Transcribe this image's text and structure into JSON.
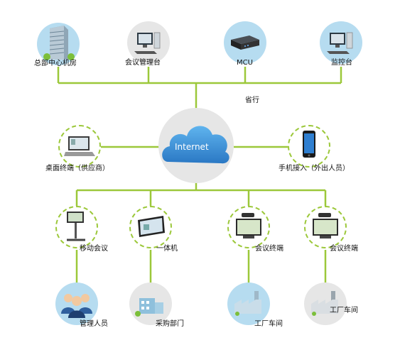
{
  "center": {
    "label": "Internet"
  },
  "top_row": [
    {
      "label": "总部中心机房",
      "icon": "server-building-icon"
    },
    {
      "label": "会议管理台",
      "icon": "desktop-computer-icon"
    },
    {
      "label": "MCU",
      "icon": "mcu-device-icon"
    },
    {
      "label": "监控台",
      "icon": "desktop-computer-icon"
    }
  ],
  "province_label": "省行",
  "middle_row": [
    {
      "label": "桌面终端（供应商）",
      "icon": "laptop-icon"
    },
    {
      "label": "手机接入（外出人员）",
      "icon": "smartphone-icon"
    }
  ],
  "terminal_row": [
    {
      "label": "移动会议",
      "icon": "mobile-conference-stand-icon"
    },
    {
      "label": "一体机",
      "icon": "all-in-one-tablet-icon"
    },
    {
      "label": "会议终端",
      "icon": "conference-tv-terminal-icon"
    },
    {
      "label": "会议终端",
      "icon": "conference-tv-terminal-icon"
    }
  ],
  "bottom_row": [
    {
      "label": "管理人员",
      "icon": "people-group-icon"
    },
    {
      "label": "采购部门",
      "icon": "office-building-icon"
    },
    {
      "label": "工厂车间",
      "icon": "factory-icon"
    },
    {
      "label": "工厂车间",
      "icon": "factory-icon"
    }
  ],
  "colors": {
    "line": "#9cc83a",
    "blue_circle": "#b6dcf0",
    "grey_circle": "#e6e6e6",
    "cloud": "#3a8fd6"
  }
}
